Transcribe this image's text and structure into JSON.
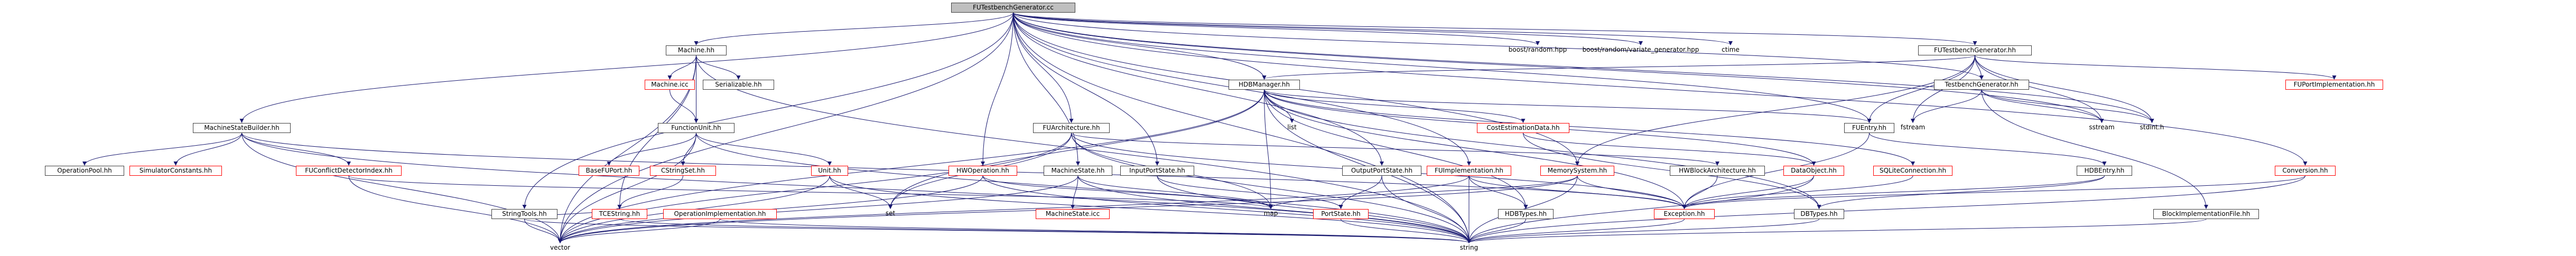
{
  "colors": {
    "edge": "#191970",
    "node_border": "#404040",
    "node_root_fill": "#bfbfbf",
    "undocumented_border": "#ff0000"
  },
  "graph": {
    "root": "FUTestbenchGenerator.cc",
    "nodes": {
      "root": "FUTestbenchGenerator.cc",
      "boost_random": "boost/random.hpp",
      "boost_rndgen": "boost/random/variate_generator.hpp",
      "ctime": "ctime",
      "machine_hh": "Machine.hh",
      "fut_hh": "FUTestbenchGenerator.hh",
      "fuimpl_hh": "FUPortImplementation.hh",
      "machine_icc": "Machine.icc",
      "serializable": "Serializable.hh",
      "hdbmanager": "HDBManager.hh",
      "tbgen_hh": "TestbenchGenerator.hh",
      "msb": "MachineStateBuilder.hh",
      "fuarch": "FUArchitecture.hh",
      "list": "list",
      "costest": "CostEstimationData.hh",
      "fuentry": "FUEntry.hh",
      "fstream": "fstream",
      "sstream": "sstream",
      "stdint": "stdint.h",
      "funcunit": "FunctionUnit.hh",
      "oppool": "OperationPool.hh",
      "simconst": "SimulatorConstants.hh",
      "fuconflict": "FUConflictDetectorIndex.hh",
      "baseport": "BaseFUPort.hh",
      "cstrset": "CStringSet.hh",
      "unit": "Unit.hh",
      "hwop": "HWOperation.hh",
      "mstate": "MachineState.hh",
      "inputport": "InputPortState.hh",
      "outputport": "OutputPortState.hh",
      "fuimpl_pl": "FUImplementation.hh",
      "memsys": "MemorySystem.hh",
      "hwblock": "HWBlockArchitecture.hh",
      "dataobj": "DataObject.hh",
      "sqlite": "SQLiteConnection.hh",
      "hdbentry": "HDBEntry.hh",
      "conversion": "Conversion.hh",
      "strtools": "StringTools.hh",
      "tcestr": "TCEString.hh",
      "opimpl": "OperationImplementation.hh",
      "set": "set",
      "map": "map",
      "mstate_icc": "MachineState.icc",
      "portstate": "PortState.hh",
      "hdbtypes": "HDBTypes.hh",
      "exception": "Exception.hh",
      "dbtypes": "DBTypes.hh",
      "blockimpl": "BlockImplementationFile.hh",
      "vector": "vector",
      "string": "string"
    }
  }
}
